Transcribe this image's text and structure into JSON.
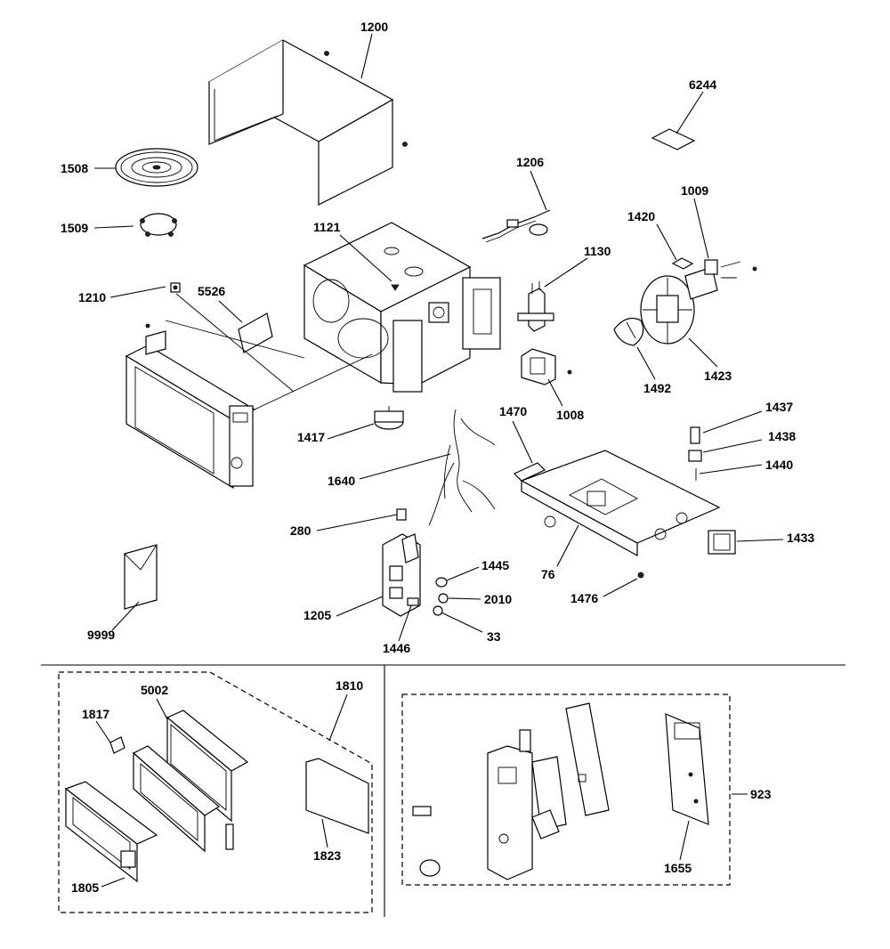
{
  "diagram": {
    "part_numbers": {
      "p1200": "1200",
      "p6244": "6244",
      "p1508": "1508",
      "p1206": "1206",
      "p1009": "1009",
      "p1509": "1509",
      "p1121": "1121",
      "p1420": "1420",
      "p1130": "1130",
      "p1210": "1210",
      "p5526": "5526",
      "p1423": "1423",
      "p1492": "1492",
      "p1008": "1008",
      "p1437": "1437",
      "p1470": "1470",
      "p1417": "1417",
      "p1438": "1438",
      "p1440": "1440",
      "p1640": "1640",
      "p280": "280",
      "p1433": "1433",
      "p1445": "1445",
      "p76": "76",
      "p1476": "1476",
      "p2010": "2010",
      "p1205": "1205",
      "p33": "33",
      "p1446": "1446",
      "p9999": "9999",
      "p5002": "5002",
      "p1810": "1810",
      "p1817": "1817",
      "p1823": "1823",
      "p1805": "1805",
      "p923": "923",
      "p1655": "1655"
    }
  }
}
